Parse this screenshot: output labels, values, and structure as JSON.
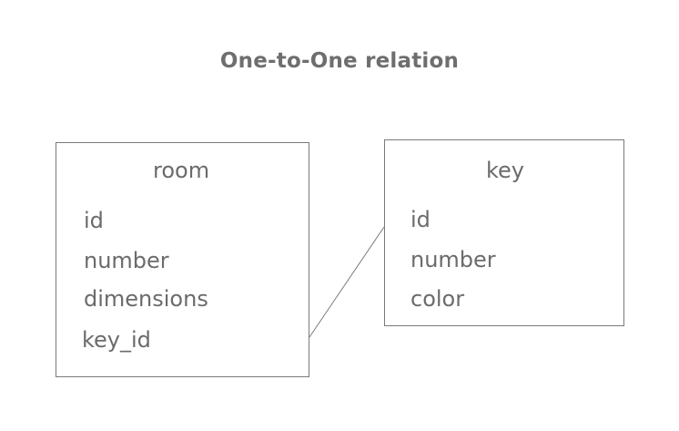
{
  "title": "One-to-One relation",
  "entities": {
    "room": {
      "name": "room",
      "fields": [
        "id",
        "number",
        "dimensions",
        "key_id"
      ]
    },
    "key": {
      "name": "key",
      "fields": [
        "id",
        "number",
        "color"
      ]
    }
  },
  "colors": {
    "text": "#6b6b6b",
    "border": "#7a7a7a",
    "connector": "#7a7a7a"
  }
}
